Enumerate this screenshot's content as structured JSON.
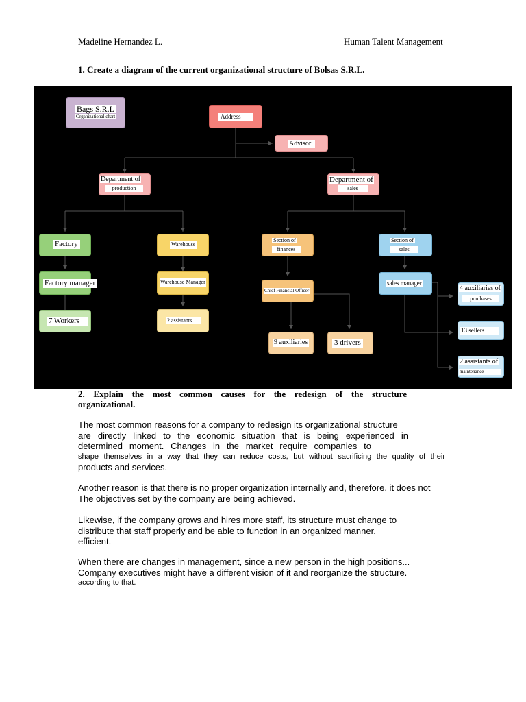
{
  "header": {
    "author": "Madeline Hernandez L.",
    "course": "Human Talent Management"
  },
  "question1": "1. Create a diagram of the current organizational structure of Bolsas S.R.L.",
  "org_chart": {
    "title": "Bags S.R.L",
    "subtitle": "Organizational chart",
    "nodes": {
      "address": "Address",
      "advisor": "Advisor",
      "dept_production_1": "Department of",
      "dept_production_2": "production",
      "dept_sales_1": "Department of",
      "dept_sales_2": "sales",
      "factory": "Factory",
      "factory_manager": "Factory manager",
      "workers": "7 Workers",
      "warehouse": "Warehouse",
      "warehouse_manager": "Warehouse Manager",
      "assistants": "2 assistants",
      "section_finances_1": "Section of",
      "section_finances_2": "finances",
      "cfo": "Chief Financial Officer",
      "auxiliaries": "9 auxiliaries",
      "drivers": "3 drivers",
      "section_sales_1": "Section of",
      "section_sales_2": "sales",
      "sales_manager": "sales manager",
      "purchases_1": "4 auxiliaries of",
      "purchases_2": "purchases",
      "sellers": "13 sellers",
      "maintenance_1": "2 assistants of",
      "maintenance_2": "maintenance"
    },
    "colors": {
      "background": "#000000",
      "title_box": "#c9b3d1",
      "address": "#f4807a",
      "pink": "#f7b3b3",
      "green": "#96d07a",
      "green_light": "#c6e6b1",
      "yellow": "#f8d568",
      "yellow_light": "#fbe6a6",
      "orange": "#f6c37a",
      "orange_light": "#f8d3a0",
      "blue": "#9fd3ef",
      "blue_light": "#cfe9f7",
      "connector": "#555555"
    }
  },
  "question2": {
    "line1": "2. Explain the most common causes for the redesign of the structure",
    "line2": "organizational."
  },
  "paragraphs": [
    {
      "lines": [
        "The most common reasons for a company to redesign its organizational structure",
        "are directly linked to the economic situation that is being experienced in",
        "determined moment. Changes in the market require companies to",
        "shape themselves in a way that they can reduce costs, but without sacrificing the quality of their",
        "products and services."
      ]
    },
    {
      "lines": [
        "Another reason is that there is no proper organization internally and, therefore, it does not",
        "The objectives set by the company are being achieved."
      ]
    },
    {
      "lines": [
        "Likewise, if the company grows and hires more staff, its structure must change to",
        "distribute that staff properly and be able to function in an organized manner.",
        "efficient."
      ]
    },
    {
      "lines": [
        "When there are changes in management, since a new person in the high positions...",
        "Company executives might have a different vision of it and reorganize the structure.",
        "according to that."
      ]
    }
  ]
}
